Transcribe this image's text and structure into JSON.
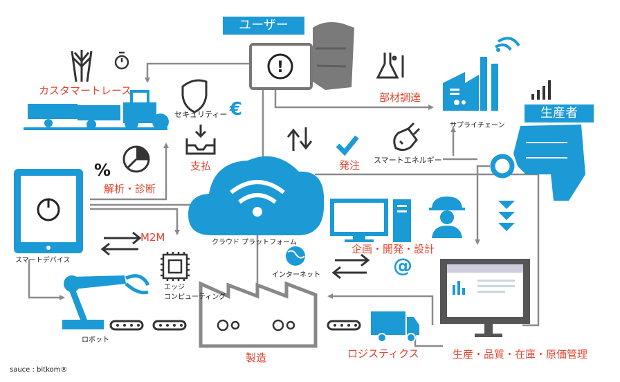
{
  "header_tags": {
    "user": "ユーザー",
    "producer": "生産者"
  },
  "labels": {
    "customer_trace": "カスタマートレース",
    "security": "セキュリティー",
    "payment": "支払",
    "analysis": "解析・診断",
    "materials": "部材調達",
    "supply_chain": "サプライチェーン",
    "order": "発注",
    "smart_energy": "スマートエネルギー",
    "m2m": "M2M",
    "cloud": "クラウド プラットフォーム",
    "internet": "インターネット",
    "planning": "企画・開発・設計",
    "smart_device": "スマートデバイス",
    "edge_line1": "エッジ",
    "edge_line2": "コンピューティング",
    "robot": "ロボット",
    "manufacturing": "製造",
    "logistics": "ロジスティクス",
    "production": "生産・品質・在庫・原価管理",
    "source": "sauce : bitkom®"
  },
  "symbols": {
    "euro": "€",
    "percent": "%",
    "at": "@"
  },
  "colors": {
    "accent": "#1b9ad6",
    "connector": "#8a8a8a",
    "label_red": "#e0452f",
    "ink": "#1a1a1a"
  }
}
